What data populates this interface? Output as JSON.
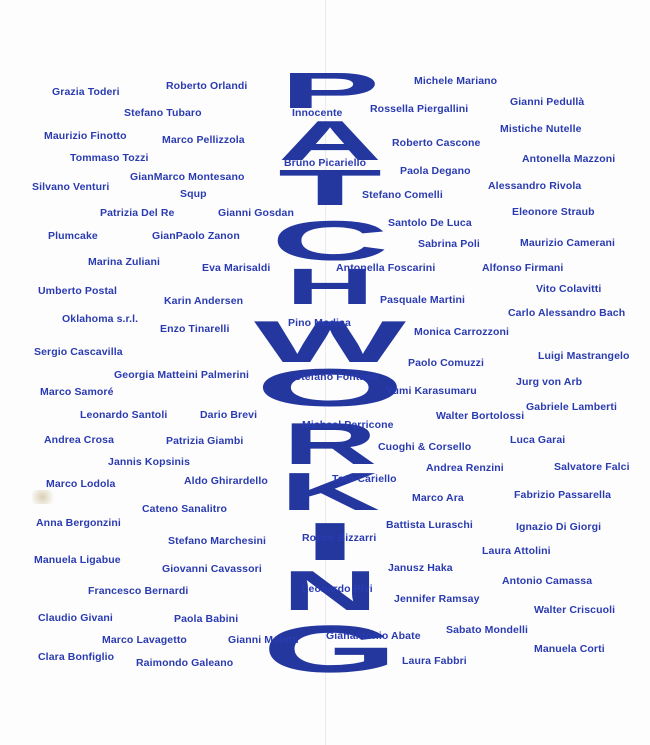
{
  "title_letters": [
    "P",
    "A",
    "T",
    "C",
    "H",
    "W",
    "O",
    "R",
    "K",
    "I",
    "N",
    "G"
  ],
  "colors": {
    "text": "#2a3bb0",
    "letters": "#23379f"
  },
  "names": [
    "Grazia Toderi",
    "Roberto Orlandi",
    "Stefano Tubaro",
    "Maurizio Finotto",
    "Marco Pellizzola",
    "Tommaso Tozzi",
    "Silvano Venturi",
    "GianMarco Montesano",
    "Squp",
    "Patrizia Del Re",
    "Gianni Gosdan",
    "Plumcake",
    "GianPaolo Zanon",
    "Marina Zuliani",
    "Eva Marisaldi",
    "Umberto Postal",
    "Karin Andersen",
    "Oklahoma s.r.l.",
    "Enzo Tinarelli",
    "Sergio Cascavilla",
    "Georgia Matteini Palmerini",
    "Marco Samoré",
    "Leonardo Santoli",
    "Dario Brevi",
    "Andrea Crosa",
    "Patrizia Giambi",
    "Jannis Kopsinis",
    "Marco Lodola",
    "Aldo Ghirardello",
    "Anna Bergonzini",
    "Cateno Sanalitro",
    "Stefano Marchesini",
    "Manuela Ligabue",
    "Giovanni Cavassori",
    "Francesco Bernardi",
    "Claudio Givani",
    "Paola Babini",
    "Marco Lavagetto",
    "Gianni Melotti",
    "Clara Bonfiglio",
    "Raimondo Galeano",
    "Innocente",
    "Bruno Picariello",
    "Pino Modica",
    "Stefano Fontana",
    "Michael Perricone",
    "Totò Cariello",
    "Rocco Bizzarri",
    "Leonardo Pivi",
    "Gianantonio Abate",
    "Michele Mariano",
    "Rossella Piergallini",
    "Roberto Cascone",
    "Paola Degano",
    "Stefano Comelli",
    "Santolo De Luca",
    "Sabrina Poli",
    "Antonella Foscarini",
    "Pasquale Martini",
    "Monica Carrozzoni",
    "Paolo Comuzzi",
    "Yumi Karasumaru",
    "Walter Bortolossi",
    "Cuoghi & Corsello",
    "Andrea Renzini",
    "Marco Ara",
    "Battista Luraschi",
    "Janusz Haka",
    "Jennifer Ramsay",
    "Sabato Mondelli",
    "Laura Fabbri",
    "Gianni Pedullà",
    "Mistiche Nutelle",
    "Antonella Mazzoni",
    "Alessandro Rivola",
    "Eleonore Straub",
    "Maurizio Camerani",
    "Alfonso Firmani",
    "Vito Colavitti",
    "Carlo Alessandro Bach",
    "Luigi Mastrangelo",
    "Jurg von Arb",
    "Gabriele Lamberti",
    "Luca Garai",
    "Salvatore Falci",
    "Fabrizio Passarella",
    "Ignazio Di Giorgi",
    "Laura Attolini",
    "Antonio Camassa",
    "Walter Criscuoli",
    "Manuela Corti"
  ]
}
